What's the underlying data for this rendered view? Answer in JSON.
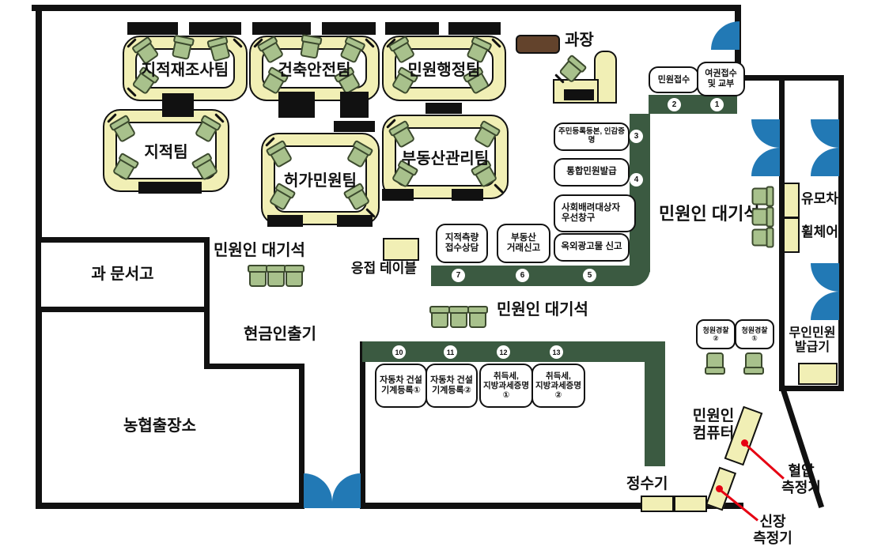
{
  "colors": {
    "counter_green": "#3b5a41",
    "door_blue": "#2279b5",
    "desk_cream": "#f1efb5",
    "chair_green": "#a8c18c",
    "manager_brown": "#63432c",
    "annotation_red": "#e60012",
    "wall_black": "#111111"
  },
  "teams": [
    "지적재조사팀",
    "건축안전팀",
    "민원행정팀",
    "지적팀",
    "허가민원팀",
    "부동산관리팀"
  ],
  "manager": "과장",
  "windows": {
    "w1": {
      "num": "1",
      "label": "여권접수\n및 교부"
    },
    "w2": {
      "num": "2",
      "label": "민원접수"
    },
    "w3": {
      "num": "3",
      "label": "주민등록등본, 인감증명"
    },
    "w4": {
      "num": "4",
      "label": "통합민원발급"
    },
    "priority": {
      "label": "사회배려대상자\n우선창구"
    },
    "w5": {
      "num": "5",
      "label": "옥외광고물 신고"
    },
    "w6": {
      "num": "6",
      "label": "부동산\n거래신고"
    },
    "w7": {
      "num": "7",
      "label": "지적측량\n접수상담"
    },
    "w10": {
      "num": "10",
      "label": "자동차 건설\n기계등록①"
    },
    "w11": {
      "num": "11",
      "label": "자동차 건설\n기계등록②"
    },
    "w12": {
      "num": "12",
      "label": "취득세,\n지방과세증명\n①"
    },
    "w13": {
      "num": "13",
      "label": "취득세,\n지방과세증명\n②"
    }
  },
  "labels": {
    "waiting": "민원인 대기석",
    "reception_table": "응접 테이블",
    "doc_storage": "과 문서고",
    "atm": "현금인출기",
    "bank_branch": "농협출장소",
    "stroller": "유모차",
    "wheelchair": "휠체어",
    "kiosk": "무인민원\n발급기",
    "public_pc": "민원인\n컴퓨터",
    "water_purifier": "정수기",
    "bp_monitor": "혈압\n측정기",
    "height_meter": "신장\n측정기",
    "police2": "청원경찰\n②",
    "police1": "청원경찰\n①"
  }
}
